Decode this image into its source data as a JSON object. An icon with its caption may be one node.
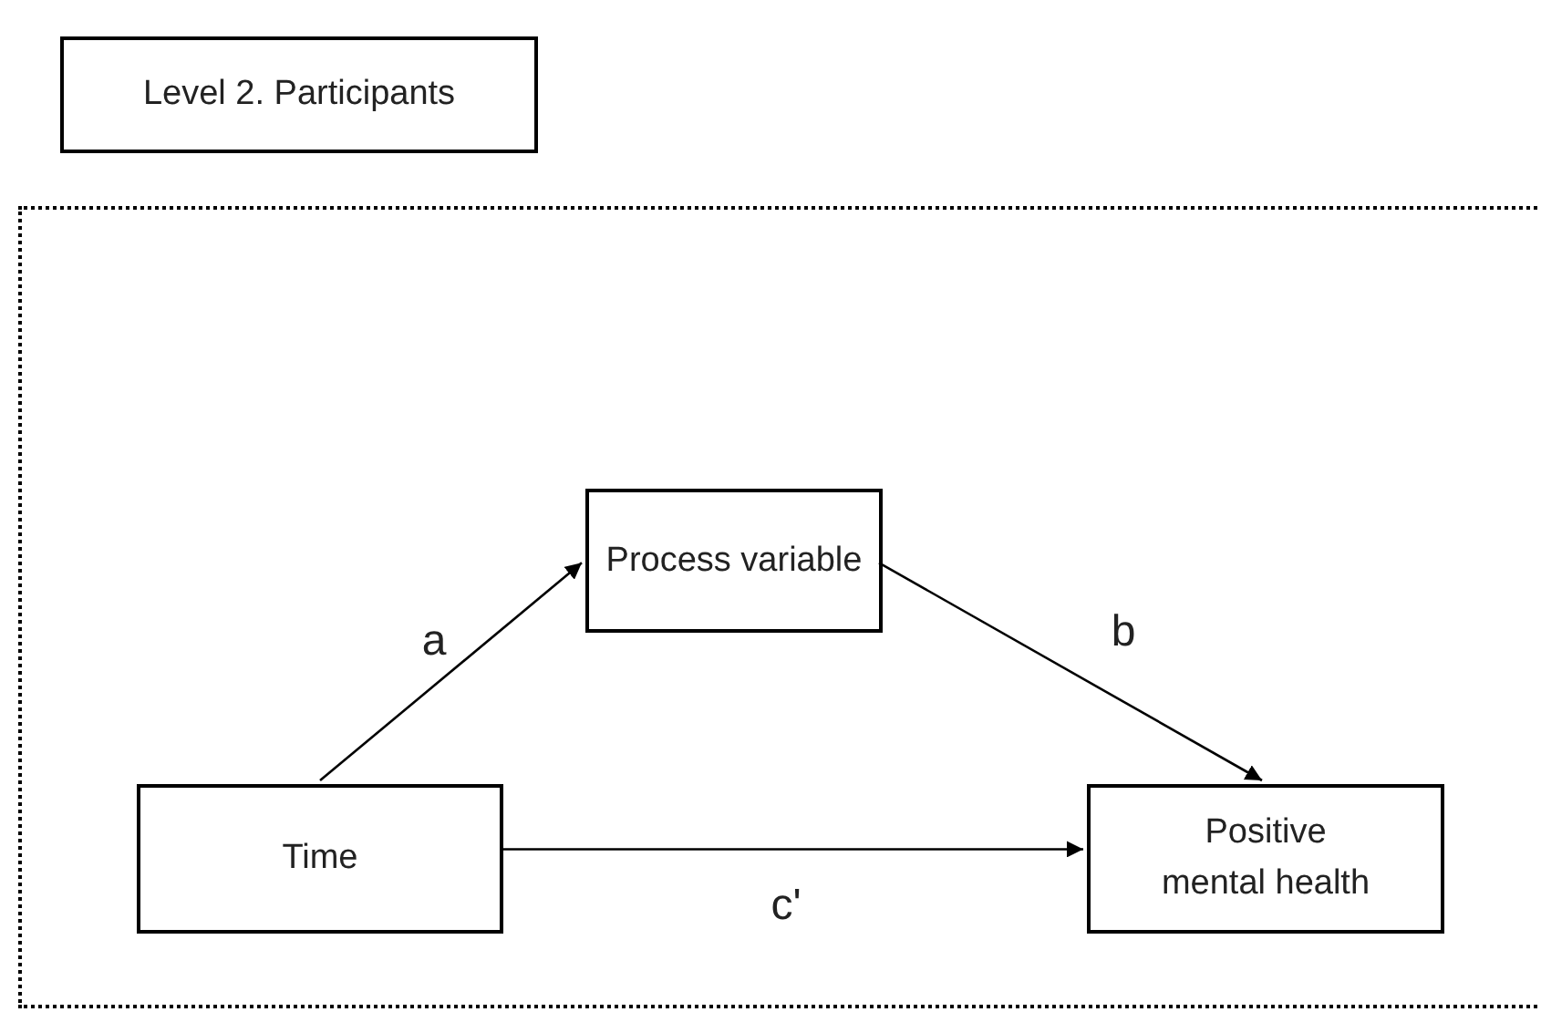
{
  "diagram": {
    "nodes": [
      {
        "text": [
          "Level 2. Participants"
        ]
      },
      {
        "text": [],
        "shape": "box"
      },
      {
        "text": [
          "Process variable"
        ],
        "in": 1
      },
      {
        "text": [
          "Time"
        ],
        "in": 1
      },
      {
        "text": [
          "Positive mental health"
        ],
        "in": 1
      }
    ],
    "edges": [
      {
        "from": 3,
        "to": 2,
        "arrow": "to",
        "label": "a"
      },
      {
        "from": 2,
        "to": 4,
        "arrow": "to",
        "label": "b"
      },
      {
        "from": 3,
        "to": 4,
        "arrow": "to",
        "label": "c'"
      }
    ]
  }
}
